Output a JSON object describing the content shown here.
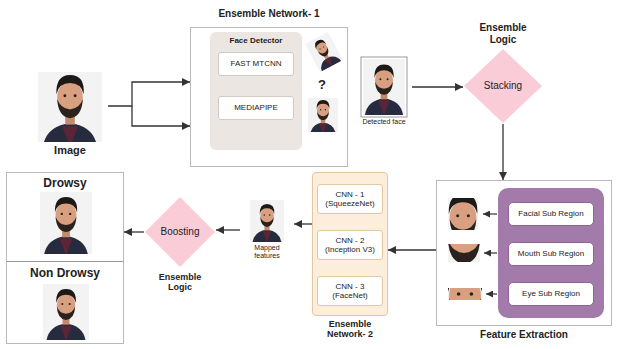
{
  "diagram": {
    "nodes": [
      {
        "text": [
          "Image"
        ]
      },
      {
        "text": [
          "Ensemble Network- 1"
        ]
      },
      {
        "text": [
          "Face Detector"
        ],
        "in": 1
      },
      {
        "text": [
          "FAST MTCNN"
        ],
        "in": 2
      },
      {
        "text": [
          "MEDIAPIPE"
        ],
        "in": 2
      },
      {
        "text": [
          "Detected face"
        ]
      },
      {
        "text": [
          "Ensemble Logic",
          "Stacking"
        ]
      },
      {
        "text": [
          "Feature Extraction"
        ]
      },
      {
        "text": [
          "Facial Sub Region"
        ],
        "in": 7
      },
      {
        "text": [
          "Mouth Sub Region"
        ],
        "in": 7
      },
      {
        "text": [
          "Eye Sub Region"
        ],
        "in": 7
      },
      {
        "text": [
          "Ensemble Network- 2"
        ]
      },
      {
        "text": [
          "CNN - 1 (SqueezeNet)"
        ],
        "in": 11
      },
      {
        "text": [
          "CNN - 2 (Inception V3)"
        ],
        "in": 11
      },
      {
        "text": [
          "CNN - 3 (FaceNet)"
        ],
        "in": 11
      },
      {
        "text": [
          "Mapped features"
        ]
      },
      {
        "text": [
          "Boosting",
          "Ensemble Logic"
        ]
      },
      {
        "text": [
          "Drowsy",
          "Non Drowsy"
        ]
      }
    ],
    "edges": [
      {
        "from": 0,
        "to": 1,
        "arrow": "to"
      },
      {
        "from": 5,
        "to": 6,
        "arrow": "to"
      },
      {
        "from": 6,
        "to": 7,
        "arrow": "to"
      },
      {
        "from": 7,
        "to": 11,
        "arrow": "to"
      },
      {
        "from": 11,
        "to": 15,
        "arrow": "to"
      },
      {
        "from": 15,
        "to": 16,
        "arrow": "to"
      },
      {
        "from": 16,
        "to": 17,
        "arrow": "to"
      }
    ],
    "labels": [
      "?"
    ]
  }
}
